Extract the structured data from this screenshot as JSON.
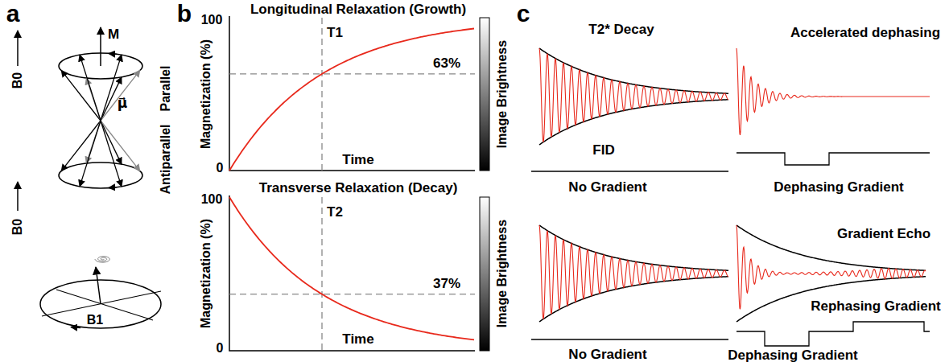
{
  "diagram": {
    "labels": [
      "a",
      "B0",
      "M",
      "μ⃗",
      "Parallel",
      "Antiparallel",
      "B0",
      "B1",
      "b",
      "Longitudinal Relaxation (Growth)",
      "100",
      "T1",
      "63%",
      "Magnetization (%)",
      "0",
      "Time",
      "Image Brightness",
      "Transverse Relaxation (Decay)",
      "100",
      "T2",
      "37%",
      "Magnetization (%)",
      "0",
      "Time",
      "Image Brightness",
      "c",
      "T2* Decay",
      "FID",
      "No Gradient",
      "Accelerated dephasing",
      "Dephasing Gradient",
      "No Gradient",
      "Gradient Echo",
      "Rephasing Gradient",
      "Dephasing Gradient"
    ]
  }
}
